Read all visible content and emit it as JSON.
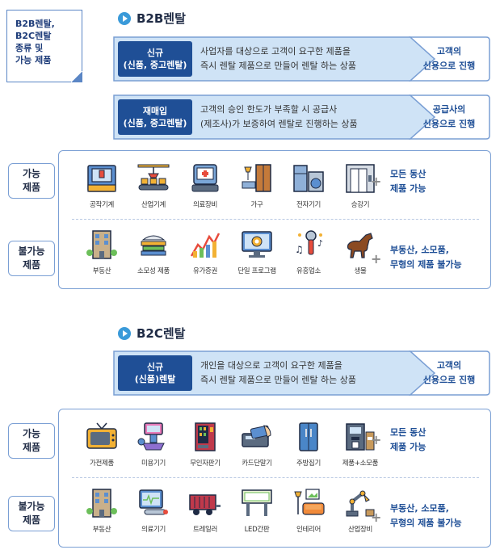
{
  "note": {
    "lines": [
      "B2B렌탈,",
      "B2C렌탈",
      "종류 및",
      "가능 제품"
    ]
  },
  "b2b": {
    "title": "B2B렌탈",
    "rows": [
      {
        "tag": [
          "신규",
          "(신품, 중고렌탈)"
        ],
        "desc": [
          "사업자를 대상으로 고객이 요구한 제품을",
          "즉시 렌탈 제품으로 만들어 렌탈 하는 상품"
        ],
        "result": [
          "고객의",
          "신용으로 진행"
        ]
      },
      {
        "tag": [
          "재매입",
          "(신품, 중고렌탈)"
        ],
        "desc": [
          "고객의 승인 한도가 부족할 시 공급사",
          "(제조사)가 보증하여 렌탈로 진행하는 상품"
        ],
        "result": [
          "공급사의",
          "신용으로 진행"
        ]
      }
    ],
    "available": {
      "label": [
        "가능",
        "제품"
      ],
      "items": [
        {
          "icon": "machine-tool-icon",
          "caption": "공작기계"
        },
        {
          "icon": "industrial-machine-icon",
          "caption": "산업기계"
        },
        {
          "icon": "medical-equipment-icon",
          "caption": "의료장비"
        },
        {
          "icon": "furniture-icon",
          "caption": "가구"
        },
        {
          "icon": "appliance-icon",
          "caption": "전자기기"
        },
        {
          "icon": "elevator-icon",
          "caption": "승강기"
        }
      ],
      "note": [
        "모든 동산",
        "제품 가능"
      ]
    },
    "unavailable": {
      "label": [
        "불가능",
        "제품"
      ],
      "items": [
        {
          "icon": "building-icon",
          "caption": "부동산"
        },
        {
          "icon": "consumables-icon",
          "caption": "소모성 제품"
        },
        {
          "icon": "securities-chart-icon",
          "caption": "유가증권"
        },
        {
          "icon": "software-monitor-icon",
          "caption": "단일 프로그램"
        },
        {
          "icon": "entertainment-mic-icon",
          "caption": "유흥업소"
        },
        {
          "icon": "horse-icon",
          "caption": "생물"
        }
      ],
      "note": [
        "부동산, 소모품,",
        "무형의 제품 불가능"
      ]
    }
  },
  "b2c": {
    "title": "B2C렌탈",
    "rows": [
      {
        "tag": [
          "신규",
          "(신품)렌탈"
        ],
        "desc": [
          "개인을 대상으로 고객이 요구한 제품을",
          "즉시 렌탈 제품으로 만들어 렌탈 하는 상품"
        ],
        "result": [
          "고객의",
          "신용으로 진행"
        ]
      }
    ],
    "available": {
      "label": [
        "가능",
        "제품"
      ],
      "items": [
        {
          "icon": "tv-icon",
          "caption": "가전제품"
        },
        {
          "icon": "beauty-device-icon",
          "caption": "미용기기"
        },
        {
          "icon": "vending-machine-icon",
          "caption": "무인자판기"
        },
        {
          "icon": "card-terminal-icon",
          "caption": "카드단말기"
        },
        {
          "icon": "kitchen-appliance-icon",
          "caption": "주방집기"
        },
        {
          "icon": "coffee-machine-icon",
          "caption": "제품+소모품"
        }
      ],
      "note": [
        "모든 동산",
        "제품 가능"
      ]
    },
    "unavailable": {
      "label": [
        "불가능",
        "제품"
      ],
      "items": [
        {
          "icon": "building-icon",
          "caption": "부동산"
        },
        {
          "icon": "medical-monitor-icon",
          "caption": "의료기기"
        },
        {
          "icon": "trailer-icon",
          "caption": "트레일러"
        },
        {
          "icon": "led-sign-icon",
          "caption": "LED간판"
        },
        {
          "icon": "interior-icon",
          "caption": "인테리어"
        },
        {
          "icon": "robot-arm-icon",
          "caption": "산업장비"
        }
      ],
      "note": [
        "부동산, 소모품,",
        "무형의 제품 불가능"
      ]
    }
  },
  "colors": {
    "navy": "#1f4f96",
    "light_blue": "#cfe3f6",
    "border": "#7a9fd4",
    "accent": "#3a9ad9"
  }
}
